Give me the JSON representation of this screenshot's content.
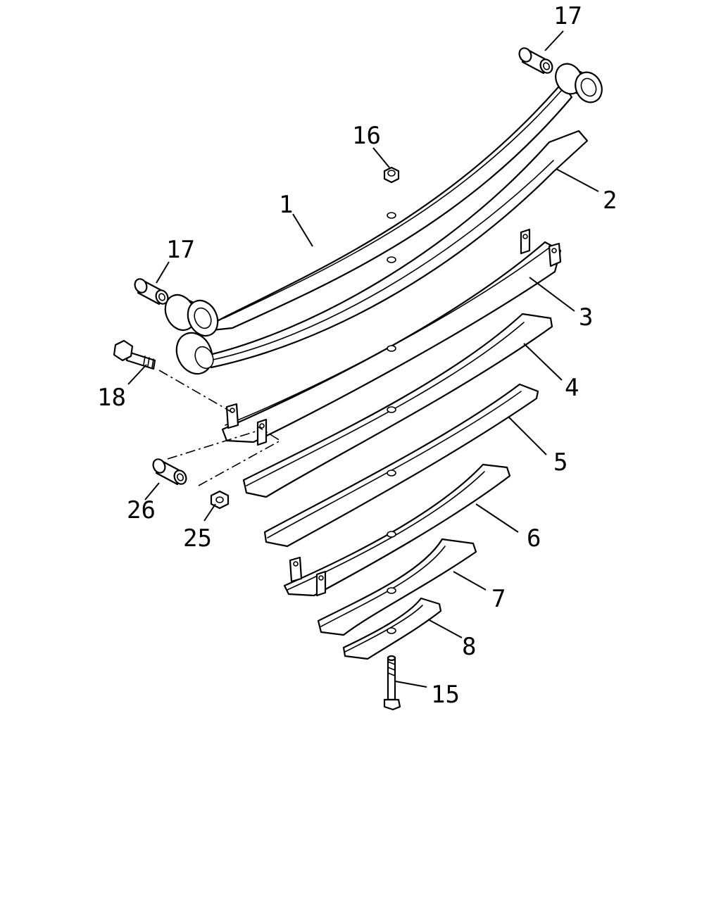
{
  "diagram": {
    "line_color": "#000000",
    "background": "#ffffff",
    "callouts": [
      {
        "id": "c17a",
        "label": "17",
        "part": "bushing"
      },
      {
        "id": "c16",
        "label": "16",
        "part": "nut"
      },
      {
        "id": "c1",
        "label": "1",
        "part": "main-leaf"
      },
      {
        "id": "c2",
        "label": "2",
        "part": "second-leaf"
      },
      {
        "id": "c17b",
        "label": "17",
        "part": "bushing"
      },
      {
        "id": "c3",
        "label": "3",
        "part": "leaf-with-clips"
      },
      {
        "id": "c4",
        "label": "4",
        "part": "leaf"
      },
      {
        "id": "c18",
        "label": "18",
        "part": "clip-bolt"
      },
      {
        "id": "c5",
        "label": "5",
        "part": "leaf"
      },
      {
        "id": "c26",
        "label": "26",
        "part": "spacer"
      },
      {
        "id": "c25",
        "label": "25",
        "part": "nut"
      },
      {
        "id": "c6",
        "label": "6",
        "part": "leaf-with-clips"
      },
      {
        "id": "c7",
        "label": "7",
        "part": "leaf"
      },
      {
        "id": "c8",
        "label": "8",
        "part": "leaf"
      },
      {
        "id": "c15",
        "label": "15",
        "part": "center-bolt"
      }
    ]
  }
}
